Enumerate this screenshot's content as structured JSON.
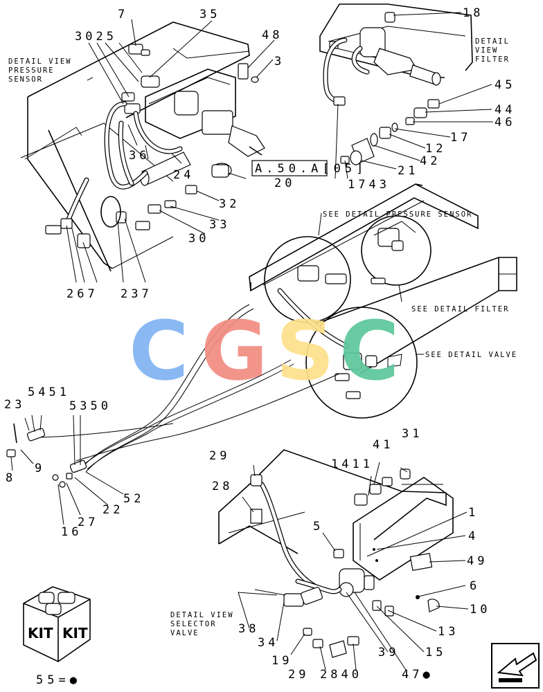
{
  "diagram": {
    "captions": {
      "pressure_sensor": [
        "DETAIL VIEW",
        "PRESSURE",
        "SENSOR"
      ],
      "filter": [
        "DETAIL",
        "VIEW",
        "FILTER"
      ],
      "selector_valve": [
        "DETAIL VIEW",
        "SELECTOR",
        "VALVE"
      ]
    },
    "see_labels": {
      "pressure_sensor": "SEE DETAIL PRESSURE SENSOR",
      "filter": "SEE DETAIL FILTER",
      "valve": "SEE DETAIL VALVE"
    },
    "reference": "A.50.A[05]",
    "kit_text": "KIT",
    "kit_note": "55=●",
    "watermark": {
      "letters": [
        "C",
        "G",
        "S",
        "C"
      ],
      "colors": [
        "#7fb2f2",
        "#f28b82",
        "#fde08a",
        "#5cc79a"
      ]
    },
    "callouts": {
      "c7": "7",
      "c35": "35",
      "c3025": "3025",
      "c48": "48",
      "c3a": "3",
      "c36": "36",
      "c24": "24",
      "c20": "20",
      "c32": "32",
      "c33": "33",
      "c30": "30",
      "c267": "267",
      "c237": "237",
      "c18": "18",
      "c45": "45",
      "c44": "44",
      "c46": "46",
      "c17a": "17",
      "c12": "12",
      "c42": "42",
      "c1743": "1743",
      "c21": "21",
      "c5451": "5451",
      "c23": "23",
      "c5350": "5350",
      "c9a": "9",
      "c8": "8",
      "c52": "52",
      "c22": "22",
      "c27": "27",
      "c16": "16",
      "c29a": "29",
      "c1411": "1411",
      "c41": "41",
      "c31": "31",
      "c28a": "28",
      "c1": "1",
      "c5b": "5",
      "c4": "4",
      "c49": "49",
      "c6": "6",
      "c10": "10",
      "c13": "13",
      "c38": "38",
      "c34": "34",
      "c15": "15",
      "c19": "19",
      "c39": "39",
      "c29b": "29",
      "c2840": "2840",
      "c47": "47●"
    }
  }
}
